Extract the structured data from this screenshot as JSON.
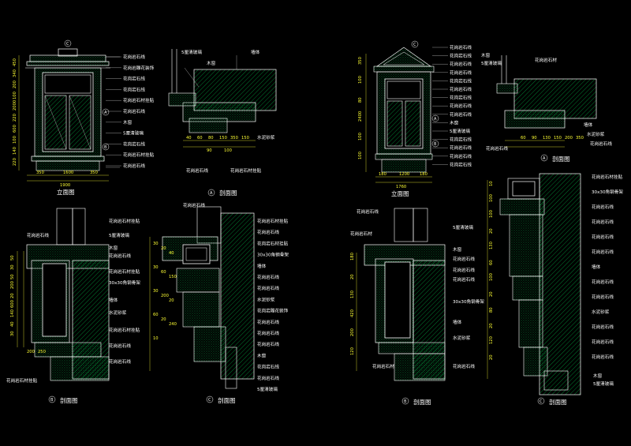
{
  "colors": {
    "background": "#000000",
    "outline": "#ffffff",
    "hatch": "#00b050",
    "dimension": "#ffff33",
    "leader": "#ffffff"
  },
  "panels": {
    "left": {
      "elevation": {
        "title": "立面图",
        "marker_c": "C",
        "marker_a": "A",
        "marker_b": "B",
        "labels": [
          "花岗岩石线",
          "花岗岩雕花装饰",
          "花岗岩石线",
          "花岗岩石线",
          "花岗岩石材挂贴",
          "花岗岩石线",
          "木窗",
          "5厘清玻璃",
          "花岗岩石线",
          "花岗岩石材挂贴",
          "花岗岩石线"
        ],
        "dims_left": [
          "450",
          "340",
          "200",
          "100",
          "2000",
          "220",
          "600",
          "100",
          "140",
          "220"
        ],
        "dims_bottom": [
          "350",
          "1600",
          "350",
          "1900"
        ]
      },
      "section_a": {
        "title": "剖面图",
        "marker": "A",
        "labels_top": [
          "5厘清玻璃",
          "木窗",
          "墙体"
        ],
        "labels_right": [
          "水泥砂浆"
        ],
        "labels_bottom": [
          "花岗岩石线",
          "花岗岩石材挂贴"
        ],
        "dims": [
          "40",
          "60",
          "80",
          "150",
          "350",
          "150",
          "90",
          "100"
        ]
      },
      "section_b": {
        "title": "剖面图",
        "marker": "B",
        "labels": [
          "花岗岩石材挂贴",
          "花岗岩石线",
          "5厘清玻璃",
          "木窗",
          "花岗岩石线",
          "花岗岩石材挂贴",
          "30x30角钢骨架",
          "墙体",
          "水泥砂浆",
          "花岗岩石材挂贴",
          "花岗岩石线",
          "花岗岩石线",
          "花岗岩石材挂贴"
        ],
        "dims": [
          "50",
          "30",
          "50",
          "200",
          "20",
          "600",
          "140",
          "40",
          "30",
          "200",
          "250"
        ]
      },
      "section_c": {
        "title": "剖面图",
        "marker": "C",
        "labels": [
          "花岗岩石线",
          "花岗岩石材挂贴",
          "花岗岩石线",
          "花岗岩石材挂贴",
          "30x30角钢骨架",
          "墙体",
          "花岗岩石线",
          "花岗岩石线",
          "水泥砂浆",
          "花岗岩雕花装饰",
          "花岗岩石线",
          "花岗岩石线",
          "花岗岩石线",
          "木窗",
          "花岗岩石线",
          "花岗岩石线",
          "5厘清玻璃"
        ],
        "dims": [
          "30",
          "20",
          "40",
          "30",
          "60",
          "150",
          "30",
          "200",
          "20",
          "60",
          "20",
          "240",
          "10"
        ]
      }
    },
    "right": {
      "elevation": {
        "title": "立面图",
        "marker_c": "C",
        "marker_a": "A",
        "marker_b": "B",
        "labels": [
          "花岗岩石线",
          "花岗岩石线",
          "花岗岩石线",
          "花岗岩石线",
          "花岗岩石线",
          "花岗岩石线",
          "花岗岩石线",
          "花岗岩石线",
          "花岗岩石线",
          "木窗",
          "5厘清玻璃",
          "花岗岩石线",
          "花岗岩石线",
          "花岗岩石线",
          "花岗岩石线"
        ],
        "dims_left": [
          "350",
          "100",
          "80",
          "2400",
          "100",
          "100"
        ],
        "dims_bottom": [
          "180",
          "1200",
          "180",
          "1760"
        ]
      },
      "section_a": {
        "title": "剖面图",
        "marker": "A",
        "labels_top": [
          "木窗",
          "5厘清玻璃",
          "花岗岩石材"
        ],
        "labels_right": [
          "墙体",
          "水泥砂浆",
          "花岗岩石线"
        ],
        "labels_bottom": [
          "花岗岩石线"
        ],
        "dims": [
          "60",
          "90",
          "130",
          "150",
          "200",
          "350"
        ]
      },
      "section_b": {
        "title": "剖面图",
        "marker": "B",
        "labels": [
          "花岗岩石线",
          "花岗岩石材",
          "5厘清玻璃",
          "木窗",
          "花岗岩石线",
          "花岗岩石线",
          "花岗岩石线",
          "30x30角钢骨架",
          "墙体",
          "水泥砂浆",
          "花岗岩石材",
          "花岗岩石线"
        ],
        "dims": [
          "180",
          "20",
          "130",
          "420",
          "200",
          "120"
        ]
      },
      "section_c": {
        "title": "剖面图",
        "marker": "C",
        "labels": [
          "花岗岩石材挂贴",
          "30x30角钢骨架",
          "花岗岩石线",
          "花岗岩石线",
          "花岗岩石线",
          "花岗岩石线",
          "墙体",
          "花岗岩石线",
          "花岗岩石线",
          "水泥砂浆",
          "花岗岩石线",
          "花岗岩石线",
          "花岗岩石线",
          "木窗",
          "5厘清玻璃"
        ],
        "dims": [
          "10",
          "100",
          "100",
          "20",
          "130",
          "60",
          "100",
          "20",
          "80",
          "20",
          "120",
          "20"
        ]
      }
    }
  }
}
